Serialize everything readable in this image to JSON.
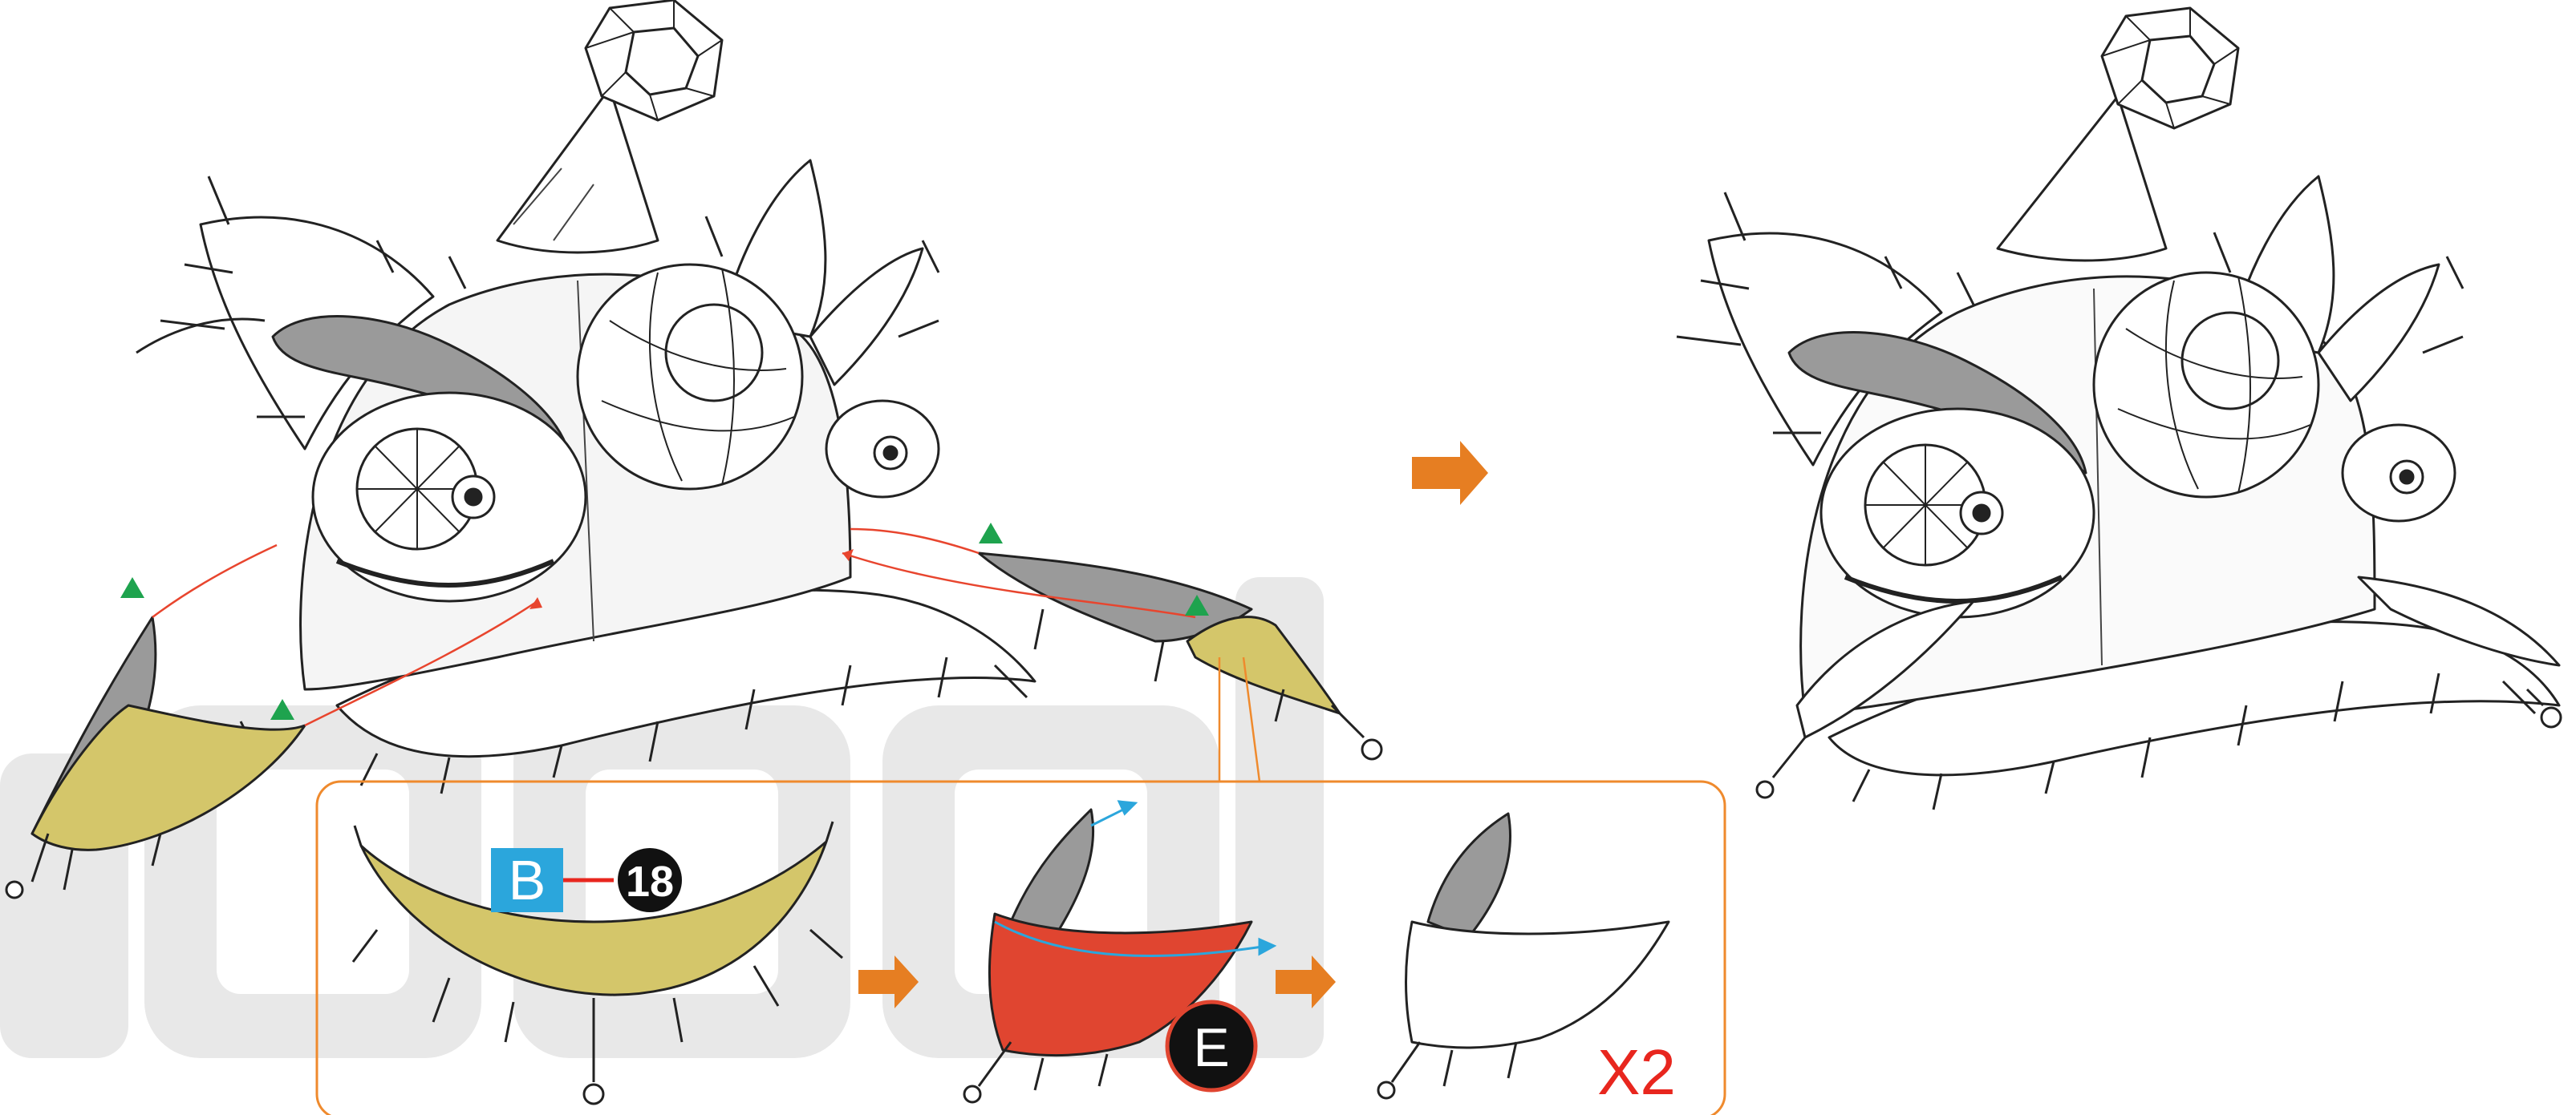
{
  "labels": {
    "part_code": "B",
    "part_number": "18",
    "step_letter": "E",
    "multiplier": "X2"
  },
  "colors": {
    "accent_arrow": "#E67E22",
    "inset_frame": "#EF8A2D",
    "olive_part": "#D4C66A",
    "red_part": "#E04530",
    "guide_line": "#E8452E",
    "marker": "#1EA34E",
    "code_box": "#2BA6DC",
    "multiplier_text": "#E8261E",
    "watermark": "#E6E6E6",
    "shade": "#9A9A9A"
  },
  "icons": {
    "step_arrow": "orange-arrow-icon",
    "alignment_marker": "green-triangle-icon"
  }
}
